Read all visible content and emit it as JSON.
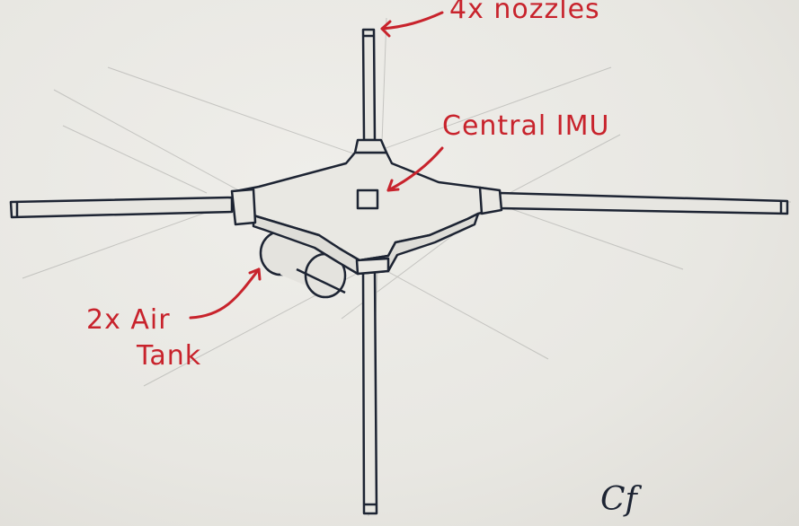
{
  "annotations": {
    "nozzles": "4x nozzles",
    "imu": "Central IMU",
    "tanks_line1": "2x Air",
    "tanks_line2": "Tank"
  },
  "signature": "Cf",
  "colors": {
    "ink": "#1d2433",
    "annotation": "#c8232c",
    "pencil": "#9a9a98",
    "paper": "#e9e8e3"
  }
}
